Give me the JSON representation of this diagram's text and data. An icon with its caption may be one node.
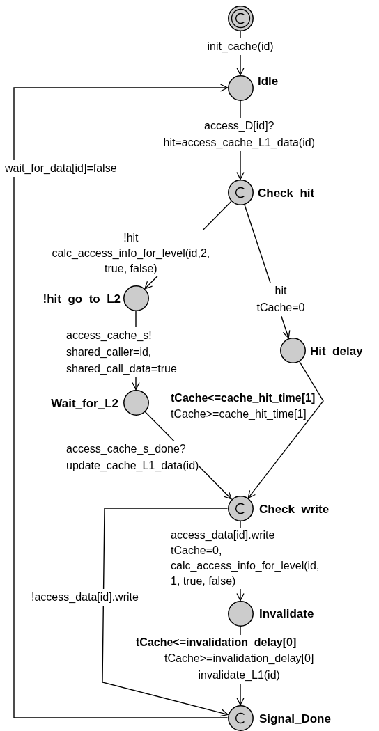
{
  "diagram": {
    "nodes": [
      {
        "text": [],
        "shape": "circle"
      },
      {
        "text": [
          "Idle"
        ]
      },
      {
        "text": [
          "Check_hit"
        ]
      },
      {
        "text": [
          "!hit_go_to_L2"
        ]
      },
      {
        "text": [
          "Wait_for_L2"
        ]
      },
      {
        "text": [
          "Hit_delay",
          "tCache<=cache_hit_time[1]"
        ]
      },
      {
        "text": [
          "Check_write"
        ]
      },
      {
        "text": [
          "Invalidate",
          "tCache<=invalidation_delay[0]"
        ]
      },
      {
        "text": [
          "Signal_Done"
        ]
      }
    ],
    "edges": [
      {
        "from": 0,
        "to": 1,
        "arrow": "to",
        "label": "init_cache(id)"
      },
      {
        "from": 1,
        "to": 2,
        "arrow": "to",
        "label": "access_D[id]? hit=access_cache_L1_data(id)"
      },
      {
        "from": 2,
        "to": 3,
        "arrow": "to",
        "label": "!hit calc_access_info_for_level(id,2, true, false)"
      },
      {
        "from": 2,
        "to": 5,
        "arrow": "to",
        "label": "hit tCache=0"
      },
      {
        "from": 3,
        "to": 4,
        "arrow": "to",
        "label": "access_cache_s! shared_caller=id, shared_call_data=true"
      },
      {
        "from": 4,
        "to": 6,
        "arrow": "to",
        "label": "access_cache_s_done? update_cache_L1_data(id)"
      },
      {
        "from": 5,
        "to": 6,
        "arrow": "to",
        "label": "tCache>=cache_hit_time[1]"
      },
      {
        "from": 6,
        "to": 7,
        "arrow": "to",
        "label": "access_data[id].write tCache=0, calc_access_info_for_level(id, 1, true, false)"
      },
      {
        "from": 6,
        "to": 8,
        "arrow": "to",
        "label": "!access_data[id].write"
      },
      {
        "from": 7,
        "to": 8,
        "arrow": "to",
        "label": "tCache>=invalidation_delay[0] invalidate_L1(id)"
      },
      {
        "from": 8,
        "to": 1,
        "arrow": "to",
        "label": "wait_for_data[id]=false"
      }
    ]
  }
}
